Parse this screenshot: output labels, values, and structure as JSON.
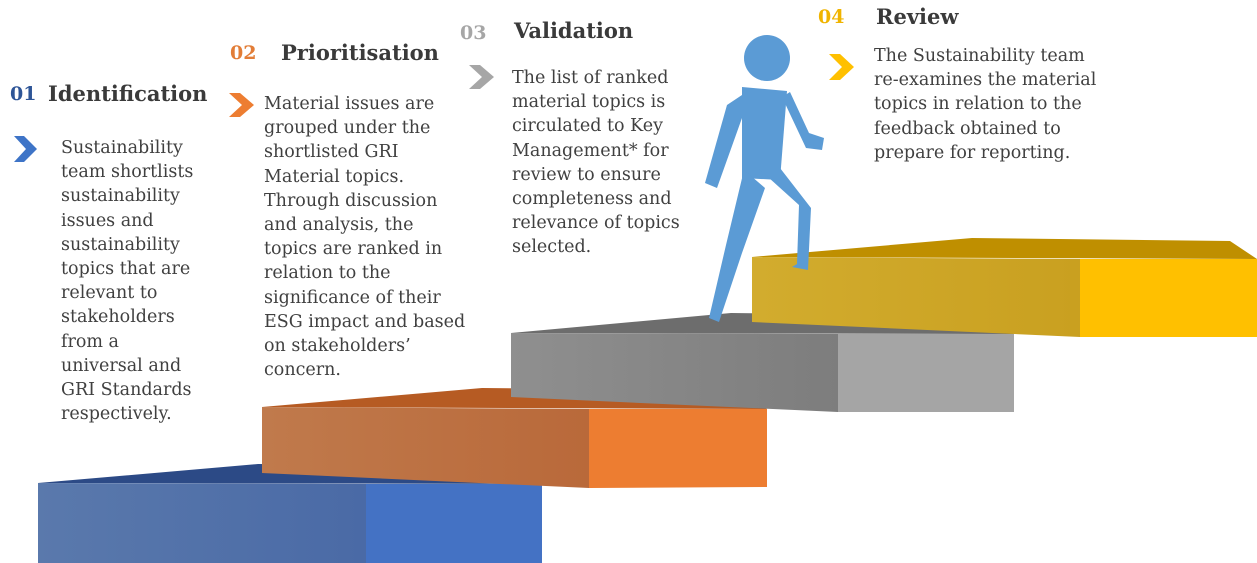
{
  "steps": [
    {
      "number": "01",
      "title": "Identification",
      "description_lines": [
        "Sustainability",
        "team shortlists",
        "sustainability",
        "issues and",
        "sustainability",
        "topics that are",
        "relevant to",
        "stakeholders",
        "from a",
        "universal and",
        "GRI Standards",
        "respectively."
      ],
      "color": "#4472C4"
    },
    {
      "number": "02",
      "title": "Prioritisation",
      "description_lines": [
        "Material issues are",
        "grouped under the",
        "shortlisted GRI",
        "Material topics.",
        "Through discussion",
        "and analysis, the",
        "topics are ranked in",
        "relation to the",
        "significance of their",
        "ESG impact and based",
        "on stakeholders’",
        "concern."
      ],
      "color": "#ED7D31"
    },
    {
      "number": "03",
      "title": "Validation",
      "description_lines": [
        "The list of ranked",
        "material topics is",
        "circulated to Key",
        "Management* for",
        "review to ensure",
        "completeness and",
        "relevance of topics",
        "selected."
      ],
      "color": "#A5A5A5"
    },
    {
      "number": "04",
      "title": "Review",
      "description_lines": [
        "The Sustainability team",
        "re-examines the material",
        "topics in relation to the",
        "feedback obtained to",
        "prepare for reporting."
      ],
      "color": "#FFC000"
    }
  ],
  "figure_color": "#5B9BD5"
}
